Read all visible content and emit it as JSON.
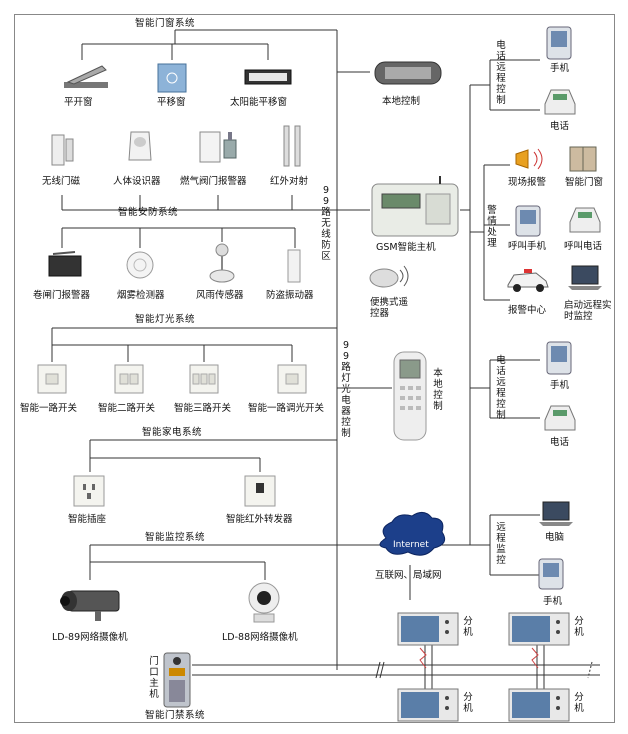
{
  "sections": {
    "window": "智能门窗系统",
    "security": "智能安防系统",
    "lighting": "智能灯光系统",
    "appliance": "智能家电系统",
    "monitor": "智能监控系统",
    "door": "智能门禁系统"
  },
  "window_items": [
    "平开窗",
    "平移窗",
    "太阳能平移窗"
  ],
  "security_items_top": [
    "无线门磁",
    "人体设识器",
    "燃气阀门报警器",
    "红外对射"
  ],
  "security_items_bottom": [
    "卷闸门报警器",
    "烟雾检测器",
    "风雨传感器",
    "防盗振动器"
  ],
  "lighting_items": [
    "智能一路开关",
    "智能二路开关",
    "智能三路开关",
    "智能一路调光开关"
  ],
  "appliance_items": [
    "智能插座",
    "智能红外转发器"
  ],
  "camera_items": [
    "LD-89网络摄像机",
    "LD-88网络摄像机"
  ],
  "center": {
    "local_control_top": "本地控制",
    "wireless_99": "99路无线防区",
    "gsm_host": "GSM智能主机",
    "portable": "便携式遥控器",
    "lighting_99": "99路灯光电器控制",
    "local_control_mid": "本地控制",
    "internet_cloud": "Internet",
    "internet_label": "互联网、局域网",
    "door_host": "门口主机"
  },
  "right": {
    "remote_phone_top": "电话远程控制",
    "mobile_1": "手机",
    "phone_1": "电话",
    "alarm_handle": "警情处理",
    "on_site_alarm": "现场报警",
    "smart_window": "智能门窗",
    "call_mobile": "呼叫手机",
    "call_phone": "呼叫电话",
    "alarm_center": "报警中心",
    "remote_monitor_start": "启动远程实时监控",
    "remote_phone_mid": "电话远程控制",
    "mobile_2": "手机",
    "phone_2": "电话",
    "remote_monitor": "远程监控",
    "computer": "电脑",
    "mobile_3": "手机"
  },
  "extensions": [
    "分机",
    "分机",
    "分机",
    "分机"
  ]
}
